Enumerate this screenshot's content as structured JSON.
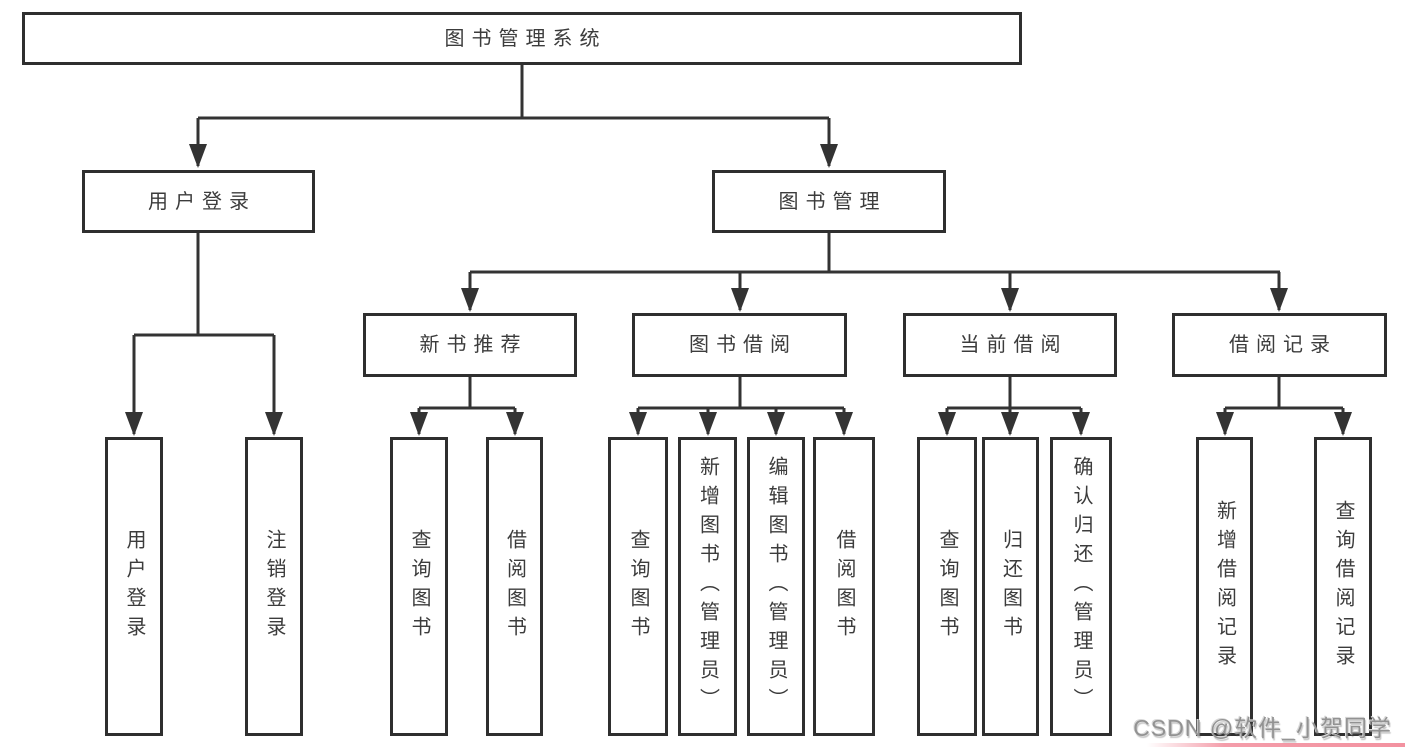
{
  "colors": {
    "line": "#333333",
    "box_border": "#2f2f2f",
    "text": "#3c3c3c",
    "background": "#ffffff",
    "watermark_text": "#929292",
    "watermark_accent": "#f28c9b"
  },
  "nodes": {
    "root": "图书管理系统",
    "level2": {
      "user_login": "用户登录",
      "book_mgmt": "图书管理"
    },
    "level3": {
      "new_book": "新书推荐",
      "book_borrow": "图书借阅",
      "current_borrow": "当前借阅",
      "borrow_record": "借阅记录"
    },
    "leaves": {
      "user_login": "用户登录",
      "logout": "注销登录",
      "nb_query": "查询图书",
      "nb_borrow": "借阅图书",
      "bb_query": "查询图书",
      "bb_add": "新增图书（管理员）",
      "bb_edit": "编辑图书（管理员）",
      "bb_borrow": "借阅图书",
      "cb_query": "查询图书",
      "cb_return": "归还图书",
      "cb_confirm": "确认归还（管理员）",
      "br_add": "新增借阅记录",
      "br_query": "查询借阅记录"
    }
  },
  "watermark": {
    "text": "CSDN @软件_小贺同学"
  }
}
